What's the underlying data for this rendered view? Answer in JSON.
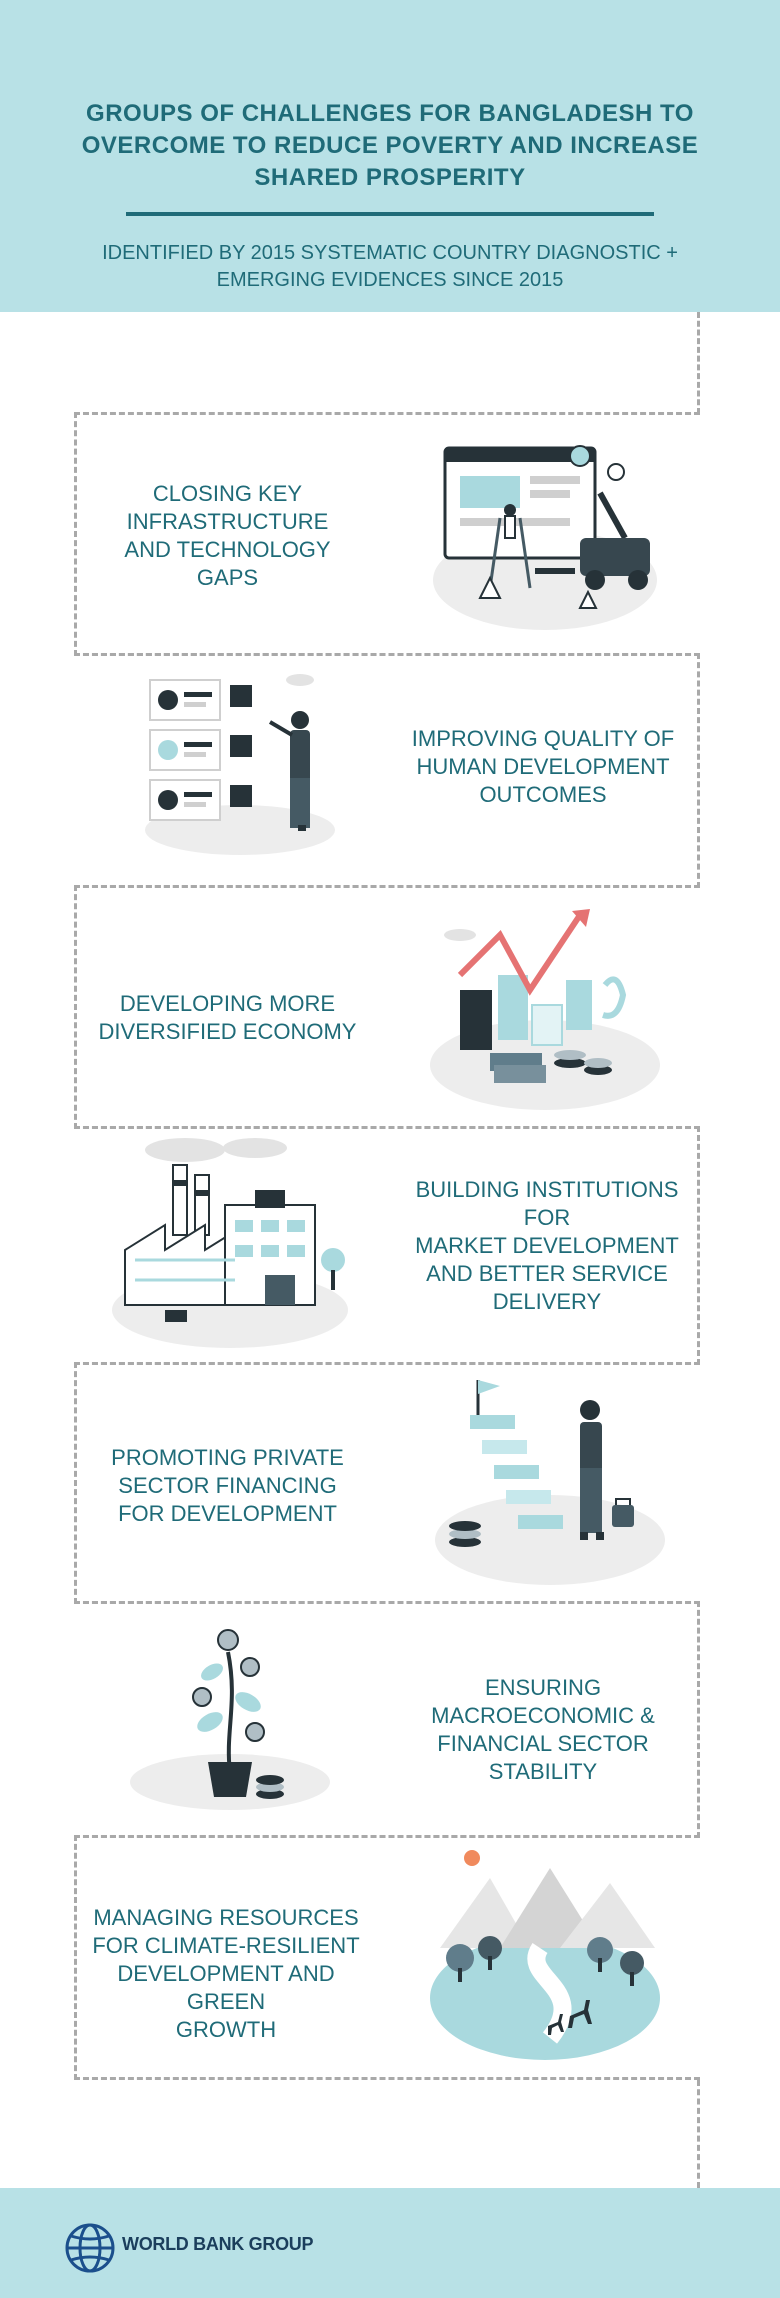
{
  "header": {
    "title": "GROUPS OF CHALLENGES FOR BANGLADESH TO OVERCOME TO REDUCE POVERTY AND INCREASE SHARED PROSPERITY",
    "subtitle": "IDENTIFIED BY 2015 SYSTEMATIC COUNTRY DIAGNOSTIC + EMERGING EVIDENCES SINCE 2015"
  },
  "challenges": [
    {
      "label": "CLOSING KEY\nINFRASTRUCTURE\nAND TECHNOLOGY\nGAPS",
      "illustration": "construction-icon"
    },
    {
      "label": "IMPROVING QUALITY OF\nHUMAN DEVELOPMENT\nOUTCOMES",
      "illustration": "people-profiles-icon"
    },
    {
      "label": "DEVELOPING MORE\nDIVERSIFIED ECONOMY",
      "illustration": "growth-chart-icon"
    },
    {
      "label": "BUILDING INSTITUTIONS\nFOR\nMARKET DEVELOPMENT\nAND BETTER SERVICE\nDELIVERY",
      "illustration": "factory-icon"
    },
    {
      "label": "PROMOTING PRIVATE\nSECTOR FINANCING\nFOR DEVELOPMENT",
      "illustration": "stairs-goal-icon"
    },
    {
      "label": "ENSURING\nMACROECONOMIC &\nFINANCIAL SECTOR\nSTABILITY",
      "illustration": "money-plant-icon"
    },
    {
      "label": "MANAGING RESOURCES\nFOR CLIMATE-RESILIENT\nDEVELOPMENT AND GREEN\nGROWTH",
      "illustration": "landscape-icon"
    }
  ],
  "footer": {
    "logo_text": "WORLD BANK GROUP",
    "logo_icon": "globe-icon"
  },
  "colors": {
    "header_bg": "#b8e1e6",
    "title": "#1f6b78",
    "accent": "#a9d9de",
    "dark": "#263238",
    "dash": "#a9a9a9"
  }
}
